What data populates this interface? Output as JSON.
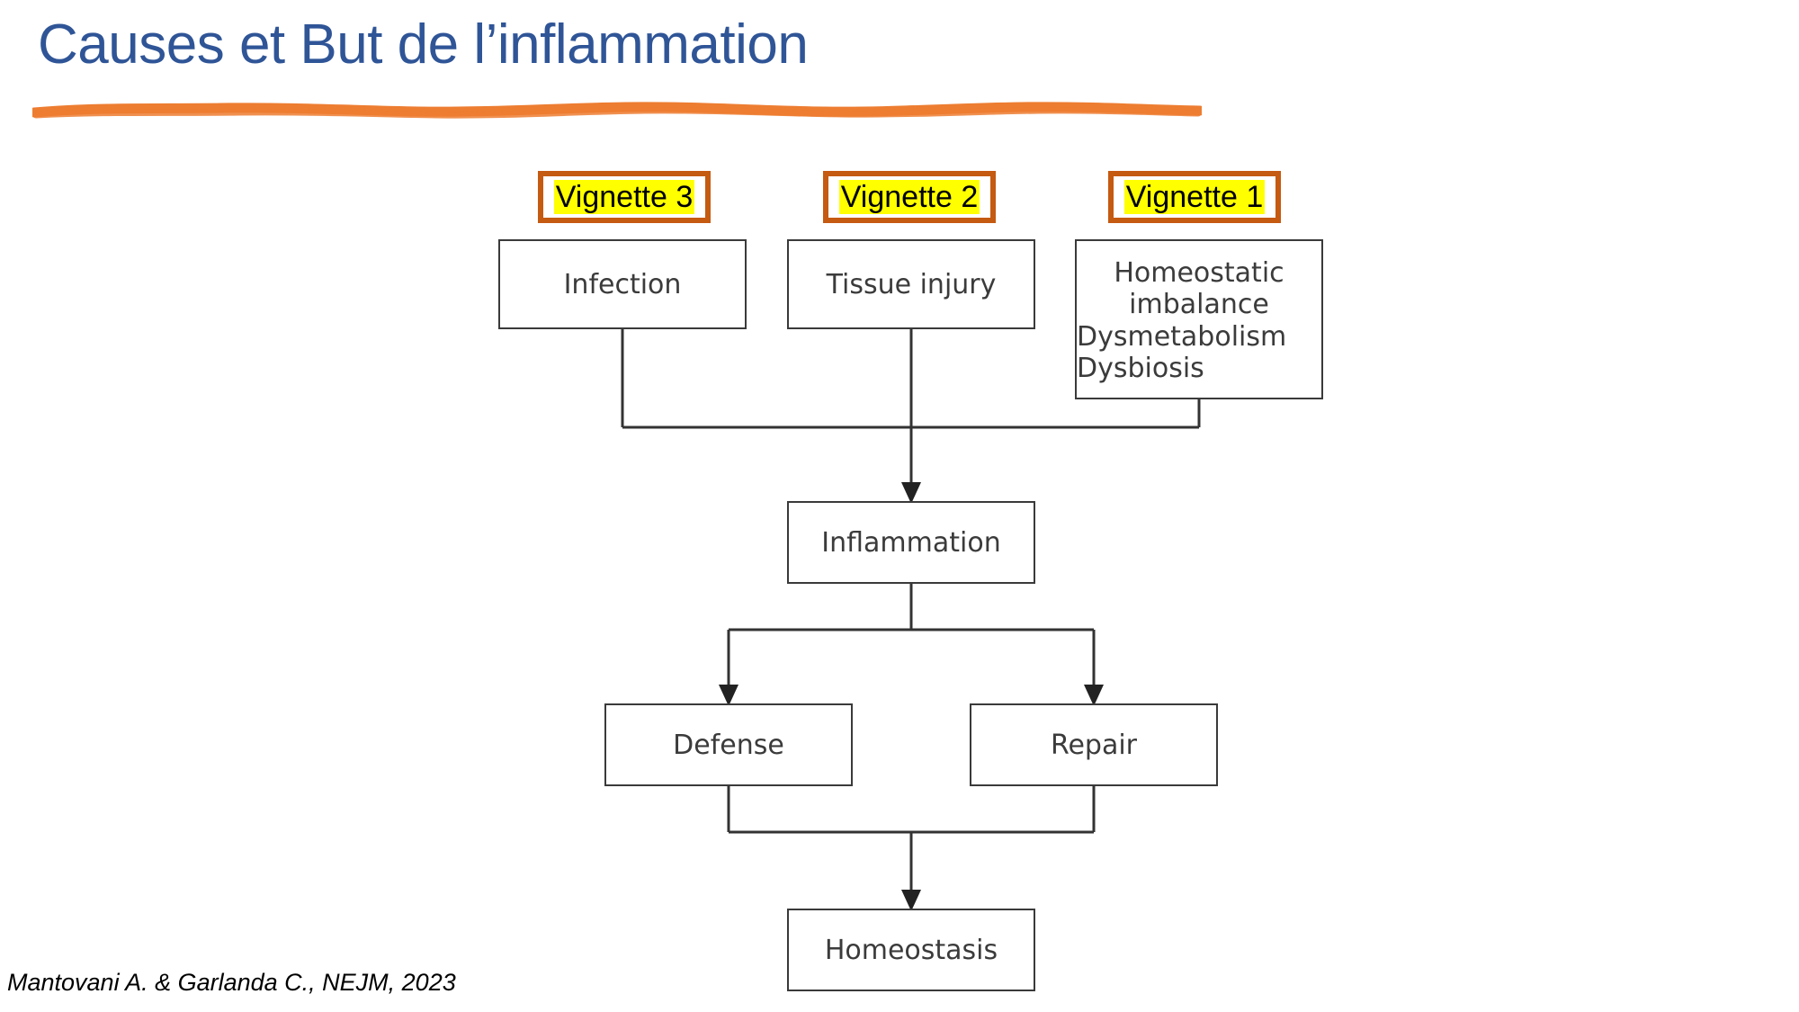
{
  "slide": {
    "title": "Causes et But de l’inflammation",
    "citation": "Mantovani A. & Garlanda C., NEJM, 2023",
    "colors": {
      "title_blue": "#2F5597",
      "rule_orange": "#ED7D31",
      "callout_border_orange": "#C55A11",
      "highlight_yellow": "#FFFF00",
      "box_border_gray": "#3A3A3A",
      "box_text_gray": "#3B3B3B",
      "background": "#FFFFFF"
    }
  },
  "callouts": [
    {
      "id": "vignette-3",
      "label": "Vignette 3",
      "targets": "Infection"
    },
    {
      "id": "vignette-2",
      "label": "Vignette 2",
      "targets": "Tissue injury"
    },
    {
      "id": "vignette-1",
      "label": "Vignette 1",
      "targets": "Homeostatic imbalance / Dysmetabolism / Dysbiosis"
    }
  ],
  "flowchart": {
    "nodes": {
      "infection": {
        "label": "Infection"
      },
      "tissue_injury": {
        "label": "Tissue injury"
      },
      "homeostatic": {
        "lines": [
          "Homeostatic",
          "imbalance",
          "Dysmetabolism",
          "Dysbiosis"
        ],
        "line1": "Homeostatic",
        "line2": "imbalance",
        "line3": "Dysmetabolism",
        "line4": "Dysbiosis"
      },
      "inflammation": {
        "label": "Inflammation"
      },
      "defense": {
        "label": "Defense"
      },
      "repair": {
        "label": "Repair"
      },
      "homeostasis": {
        "label": "Homeostasis"
      }
    },
    "edges": [
      {
        "from": "infection",
        "to": "inflammation",
        "arrow": true
      },
      {
        "from": "tissue_injury",
        "to": "inflammation",
        "arrow": true
      },
      {
        "from": "homeostatic",
        "to": "inflammation",
        "arrow": true
      },
      {
        "from": "inflammation",
        "to": "defense",
        "arrow": true
      },
      {
        "from": "inflammation",
        "to": "repair",
        "arrow": true
      },
      {
        "from": "defense",
        "to": "homeostasis",
        "arrow": true
      },
      {
        "from": "repair",
        "to": "homeostasis",
        "arrow": true
      }
    ]
  }
}
